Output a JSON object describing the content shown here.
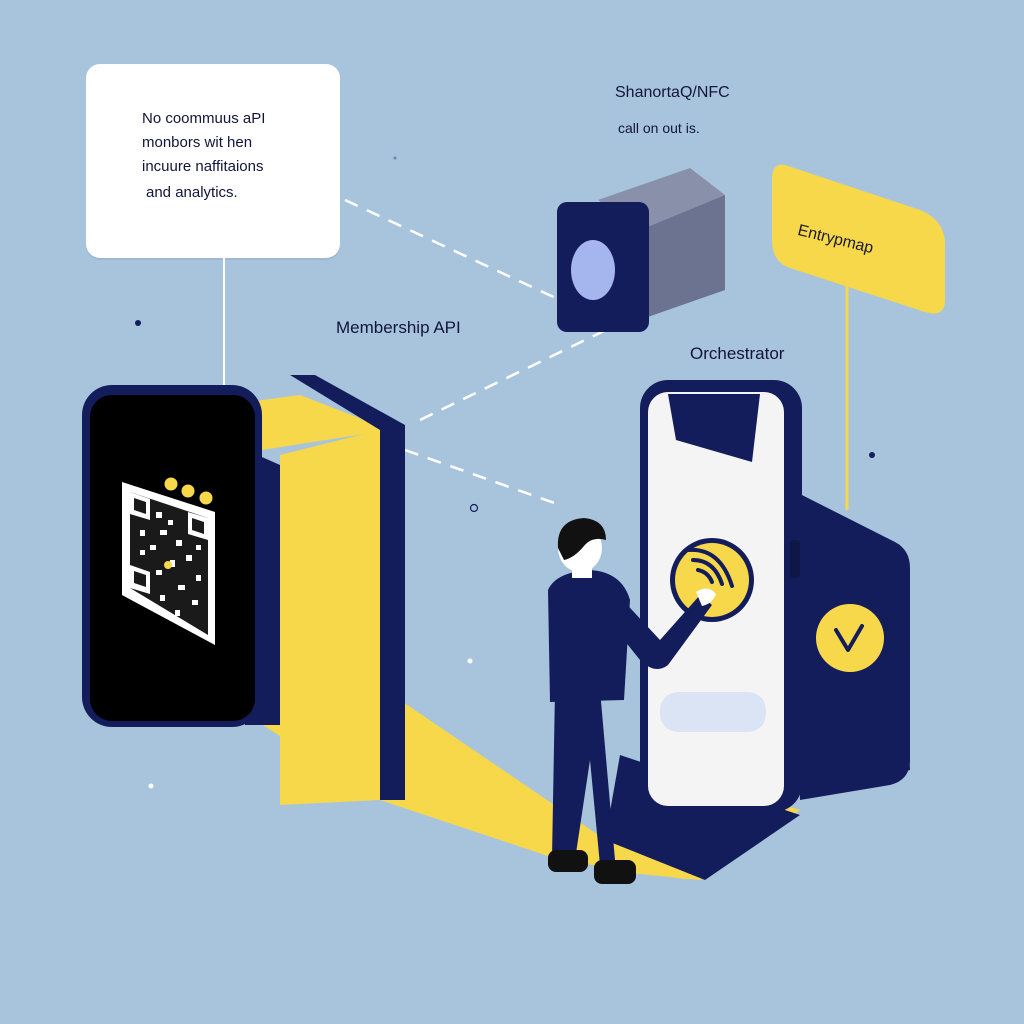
{
  "callout": {
    "lines": [
      "No coommuus aPI",
      "monbors wit hen",
      "incuure naffitaions",
      "and analytics."
    ]
  },
  "labels": {
    "top_right_title": "ShanortaQ/NFC",
    "top_right_sub": "call on out is.",
    "membership_api": "Membership API",
    "orchestrator": "Orchestrator",
    "yellow_tag": "Entrypmap"
  },
  "colors": {
    "background": "#a8c4dc",
    "navy": "#141d5c",
    "yellow": "#f7d84a",
    "white": "#ffffff",
    "gray_block": "#6b7390"
  },
  "icons": {
    "nfc": "nfc-wave-icon",
    "check": "checkmark-icon",
    "qr": "qr-code-icon",
    "person": "person-figure"
  }
}
